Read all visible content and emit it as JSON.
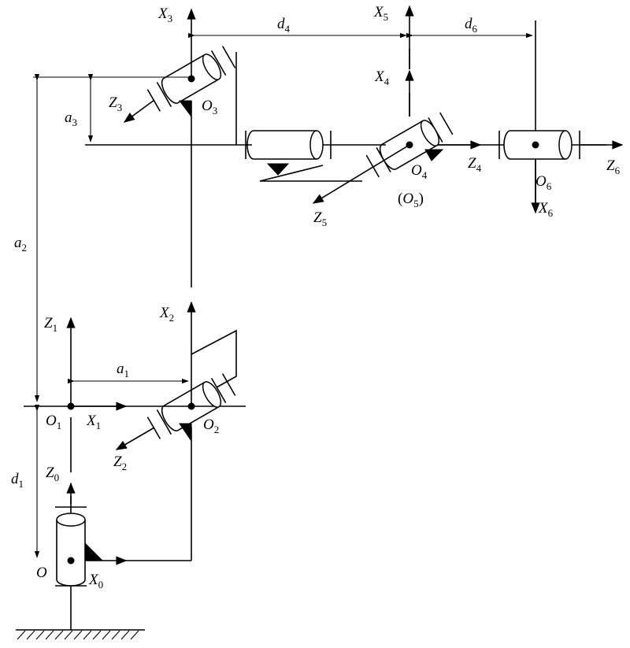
{
  "frames": {
    "x0": {
      "letter": "X",
      "sub": "0"
    },
    "z0": {
      "letter": "Z",
      "sub": "0"
    },
    "o": {
      "letter": "O",
      "sub": ""
    },
    "o1": {
      "letter": "O",
      "sub": "1"
    },
    "x1": {
      "letter": "X",
      "sub": "1"
    },
    "z1": {
      "letter": "Z",
      "sub": "1"
    },
    "o2": {
      "letter": "O",
      "sub": "2"
    },
    "x2": {
      "letter": "X",
      "sub": "2"
    },
    "z2": {
      "letter": "Z",
      "sub": "2"
    },
    "o3": {
      "letter": "O",
      "sub": "3"
    },
    "x3": {
      "letter": "X",
      "sub": "3"
    },
    "z3": {
      "letter": "Z",
      "sub": "3"
    },
    "o4": {
      "letter": "O",
      "sub": "4"
    },
    "o5": {
      "open": "(",
      "letter": "O",
      "sub": "5",
      "close": ")"
    },
    "x4": {
      "letter": "X",
      "sub": "4"
    },
    "z4": {
      "letter": "Z",
      "sub": "4"
    },
    "x5": {
      "letter": "X",
      "sub": "5"
    },
    "z5": {
      "letter": "Z",
      "sub": "5"
    },
    "o6": {
      "letter": "O",
      "sub": "6"
    },
    "x6": {
      "letter": "X",
      "sub": "6"
    },
    "z6": {
      "letter": "Z",
      "sub": "6"
    }
  },
  "dimensions": {
    "d1": {
      "letter": "d",
      "sub": "1"
    },
    "a1": {
      "letter": "a",
      "sub": "1"
    },
    "a2": {
      "letter": "a",
      "sub": "2"
    },
    "a3": {
      "letter": "a",
      "sub": "3"
    },
    "d4": {
      "letter": "d",
      "sub": "4"
    },
    "d6": {
      "letter": "d",
      "sub": "6"
    }
  }
}
